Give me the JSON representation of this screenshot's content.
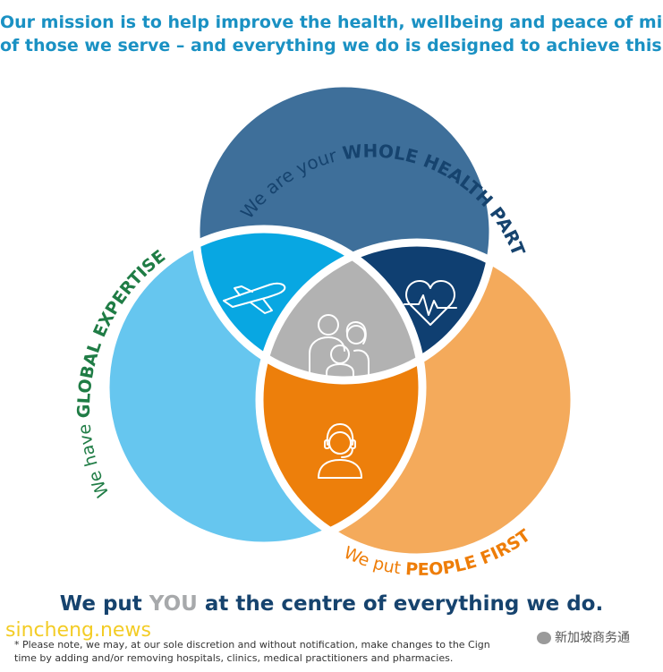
{
  "mission": {
    "line1": "Our mission is to help improve the health, wellbeing and peace of mind",
    "line2": "of those we serve – and everything we do is designed to achieve this."
  },
  "labels": {
    "top": {
      "prefix": "We are your ",
      "emphasis": "WHOLE HEALTH PARTNER"
    },
    "left": {
      "prefix": "We have ",
      "emphasis": "GLOBAL EXPERTISE"
    },
    "bottom": {
      "prefix": "We put ",
      "emphasis": "PEOPLE FIRST"
    }
  },
  "icons": {
    "left_lens": "airplane-icon",
    "right_lens": "heart-pulse-icon",
    "bottom_lens": "headset-agent-icon",
    "centre": "family-icon"
  },
  "colors": {
    "top_circle": "#3e6f9a",
    "left_circle": "#66c6ef",
    "right_circle": "#f4aa5b",
    "left_lens": "#08a7e2",
    "right_lens": "#0f3f71",
    "bottom_lens": "#ed7f0b",
    "centre": "#b2b2b2",
    "label_text": "#16436e",
    "label_green": "#1f7c45",
    "label_orange": "#ee7d08",
    "mission_text": "#1a91c3"
  },
  "centre_line": {
    "before": "We put ",
    "highlight": "YOU",
    "after": " at the centre of everything we do."
  },
  "footnote": {
    "line1": "* Please note, we may, at our sole discretion and without notification, make changes to the Cign",
    "line2": "time by adding and/or removing hospitals, clinics, medical practitioners and pharmacies."
  },
  "watermark": "sincheng.news",
  "wechat_badge": "新加坡商务通"
}
